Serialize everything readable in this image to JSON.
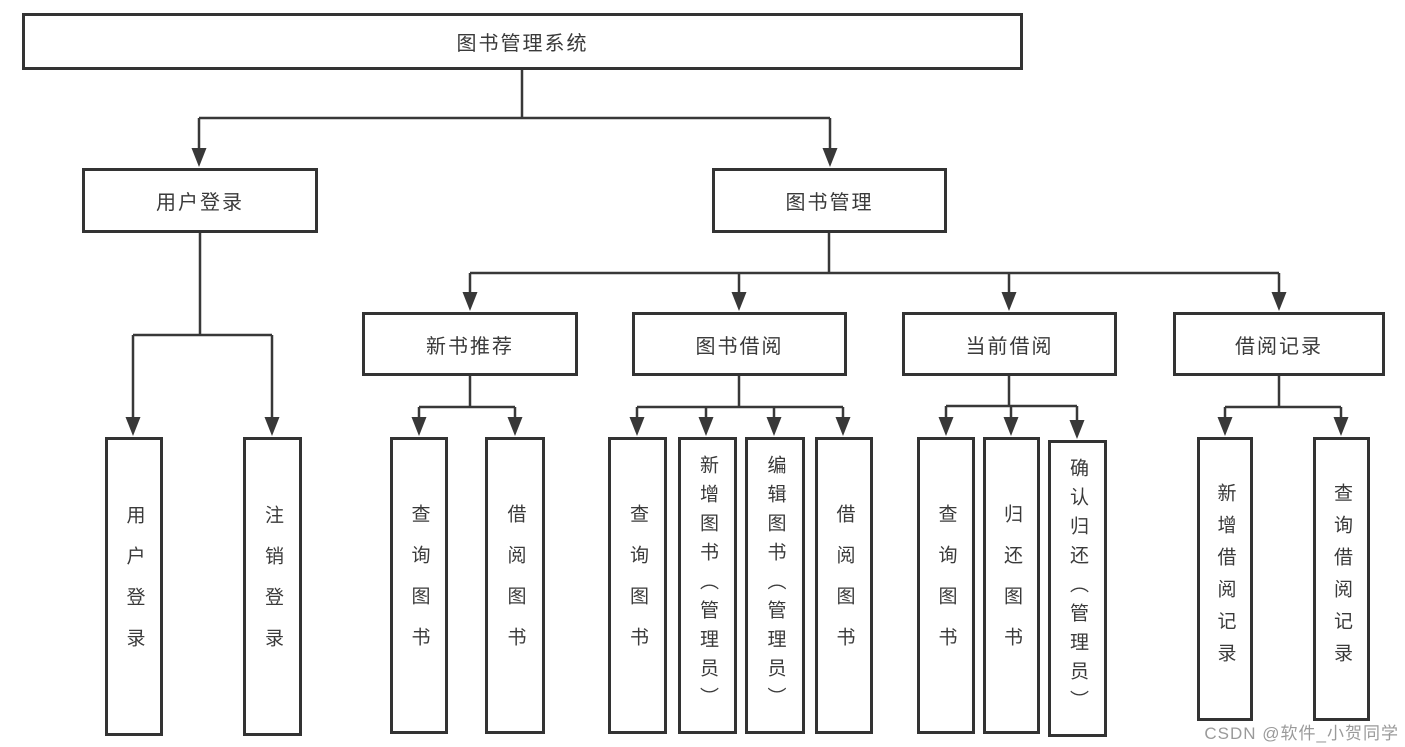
{
  "diagram": {
    "title": "图书管理系统",
    "watermark": "CSDN @软件_小贺同学",
    "colors": {
      "background": "#ffffff",
      "box_border": "#333333",
      "line": "#383838",
      "text": "#3a3a3a",
      "watermark": "#9a9a9a"
    },
    "nodes": [
      {
        "id": "root",
        "label": "图书管理系统"
      },
      {
        "id": "user-login",
        "label": "用户登录"
      },
      {
        "id": "book-management",
        "label": "图书管理"
      },
      {
        "id": "new-book-recommend",
        "label": "新书推荐"
      },
      {
        "id": "book-borrowing",
        "label": "图书借阅"
      },
      {
        "id": "current-borrowing",
        "label": "当前借阅"
      },
      {
        "id": "borrowing-records",
        "label": "借阅记录"
      },
      {
        "id": "leaf-user-login",
        "label": "用户登录"
      },
      {
        "id": "leaf-logout",
        "label": "注销登录"
      },
      {
        "id": "leaf-query-books-1",
        "label": "查询图书"
      },
      {
        "id": "leaf-borrow-books-1",
        "label": "借阅图书"
      },
      {
        "id": "leaf-query-books-2",
        "label": "查询图书"
      },
      {
        "id": "leaf-add-books-admin",
        "label": "新增图书（管理员）"
      },
      {
        "id": "leaf-edit-books-admin",
        "label": "编辑图书（管理员）"
      },
      {
        "id": "leaf-borrow-books-2",
        "label": "借阅图书"
      },
      {
        "id": "leaf-query-books-3",
        "label": "查询图书"
      },
      {
        "id": "leaf-return-books",
        "label": "归还图书"
      },
      {
        "id": "leaf-confirm-return-admin",
        "label": "确认归还（管理员）"
      },
      {
        "id": "leaf-add-borrow-record",
        "label": "新增借阅记录"
      },
      {
        "id": "leaf-query-borrow-record",
        "label": "查询借阅记录"
      }
    ],
    "hierarchy": {
      "图书管理系统": [
        "用户登录",
        "图书管理"
      ],
      "用户登录": [
        "用户登录",
        "注销登录"
      ],
      "图书管理": [
        "新书推荐",
        "图书借阅",
        "当前借阅",
        "借阅记录"
      ],
      "新书推荐": [
        "查询图书",
        "借阅图书"
      ],
      "图书借阅": [
        "查询图书",
        "新增图书（管理员）",
        "编辑图书（管理员）",
        "借阅图书"
      ],
      "当前借阅": [
        "查询图书",
        "归还图书",
        "确认归还（管理员）"
      ],
      "借阅记录": [
        "新增借阅记录",
        "查询借阅记录"
      ]
    }
  }
}
